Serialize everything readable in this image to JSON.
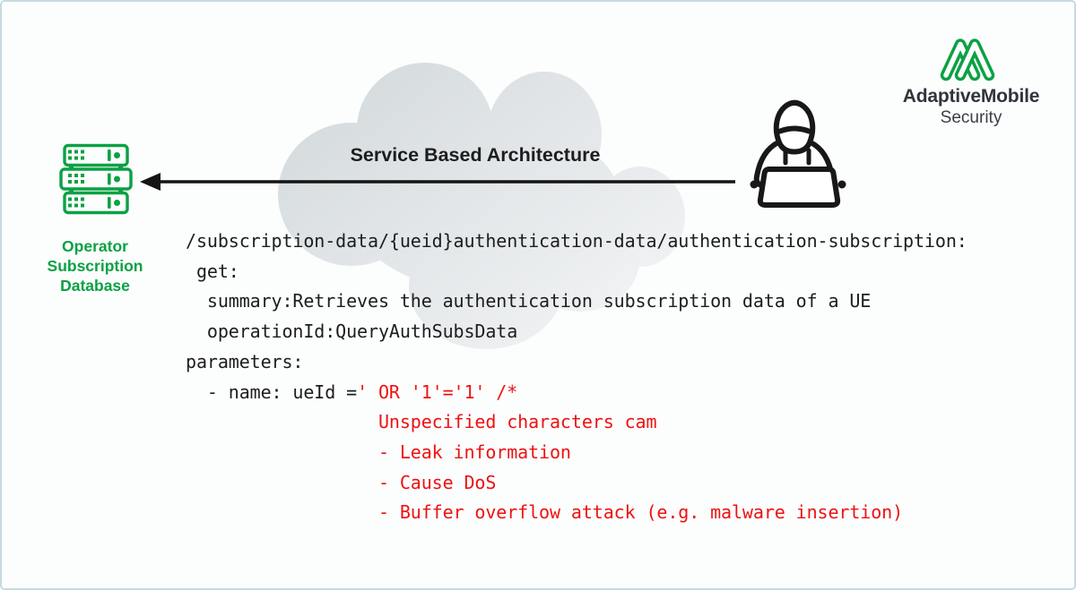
{
  "colors": {
    "bg": "#fcfdfd",
    "border": "#c6dbe1",
    "ink": "#1d1d1f",
    "red": "#ee1111",
    "green": "#0ba144",
    "icon_ink": "#181818",
    "brand_ink": "#33333b",
    "brand_sub": "#3d3d46",
    "arrow": "#141414",
    "cloud_dark": "#d2d8db",
    "cloud_mid": "#e2e6e8",
    "cloud_light": "#eff1f2"
  },
  "cloud": {
    "label": "Service Based Architecture"
  },
  "database": {
    "icon": "server-stack-icon",
    "label_lines": [
      "Operator",
      "Subscription",
      "Database"
    ]
  },
  "attacker": {
    "icon": "hooded-hacker-laptop-icon"
  },
  "arrow": {
    "direction": "right-to-left"
  },
  "logo": {
    "icon": "adaptivemobile-m-icon",
    "brand": "AdaptiveMobile",
    "sub": "Security"
  },
  "code": {
    "lines": [
      {
        "segments": [
          {
            "t": "/subscription-data/{ueid}authentication-data/authentication-subscription:",
            "c": "ink"
          }
        ]
      },
      {
        "segments": [
          {
            "t": " get:",
            "c": "ink"
          }
        ]
      },
      {
        "segments": [
          {
            "t": "  summary:Retrieves the authentication subscription data of a UE",
            "c": "ink"
          }
        ]
      },
      {
        "segments": [
          {
            "t": "  operationId:QueryAuthSubsData",
            "c": "ink"
          }
        ]
      },
      {
        "segments": [
          {
            "t": "parameters:",
            "c": "ink"
          }
        ]
      },
      {
        "segments": [
          {
            "t": "  - name: ueId =",
            "c": "ink"
          },
          {
            "t": "' OR '1'='1' /*",
            "c": "red"
          }
        ]
      },
      {
        "segments": [
          {
            "t": "                  Unspecified characters cam",
            "c": "red"
          }
        ]
      },
      {
        "segments": [
          {
            "t": "                  - Leak information",
            "c": "red"
          }
        ]
      },
      {
        "segments": [
          {
            "t": "                  - Cause DoS",
            "c": "red"
          }
        ]
      },
      {
        "segments": [
          {
            "t": "                  - Buffer overflow attack (e.g. malware insertion)",
            "c": "red"
          }
        ]
      }
    ]
  }
}
